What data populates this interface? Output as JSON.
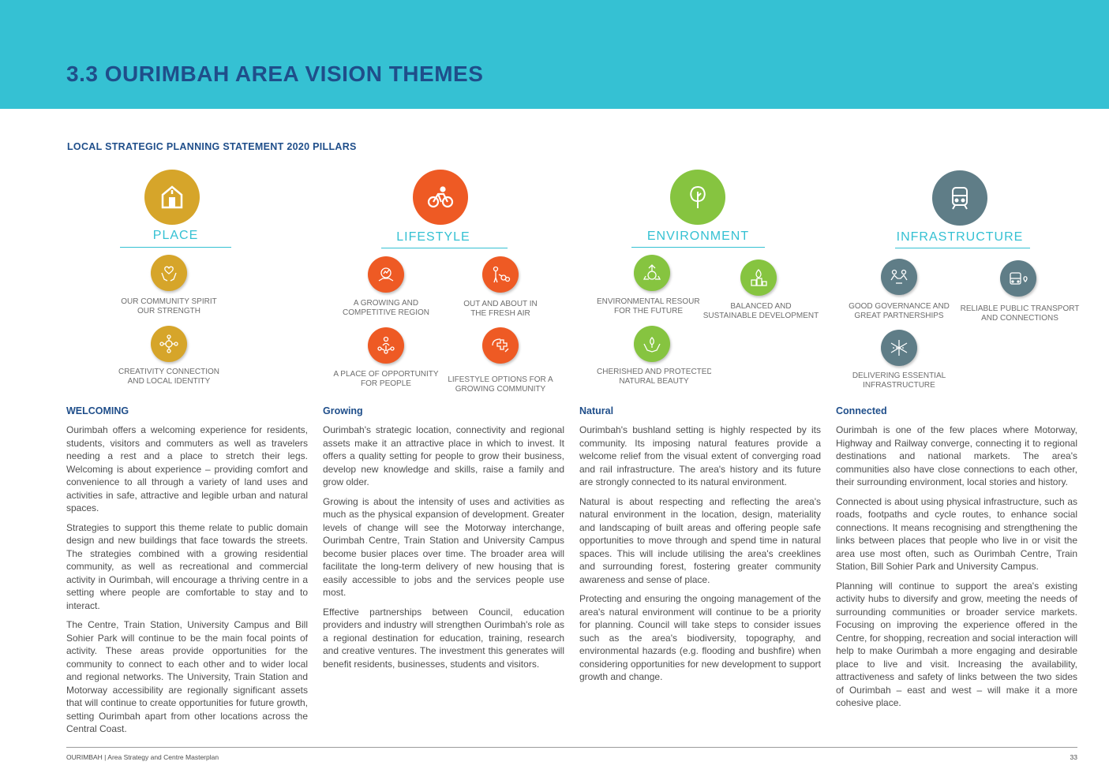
{
  "header": {
    "title": "3.3 OURIMBAH AREA VISION THEMES"
  },
  "subheading": "LOCAL STRATEGIC PLANNING STATEMENT 2020 PILLARS",
  "colors": {
    "banner": "#35c1d3",
    "title": "#1f4e8a",
    "place": "#d6a52a",
    "lifestyle": "#ee5a24",
    "environment": "#86c440",
    "infrastructure": "#5f7d87"
  },
  "pillars": [
    {
      "label": "PLACE",
      "icon": "house-icon",
      "themes": [
        {
          "label_1": "OUR COMMUNITY SPIRIT",
          "label_2": "OUR STRENGTH",
          "icon": "hands-heart-icon"
        },
        {
          "label_1": "CREATIVITY CONNECTION",
          "label_2": "AND LOCAL IDENTITY",
          "icon": "creativity-icon"
        }
      ]
    },
    {
      "label": "LIFESTYLE",
      "icon": "bicycle-icon",
      "themes": [
        {
          "label_1": "A GROWING AND",
          "label_2": "COMPETITIVE REGION",
          "icon": "growth-icon"
        },
        {
          "label_1": "OUT AND ABOUT IN",
          "label_2": "THE FRESH AIR",
          "icon": "family-walk-icon"
        },
        {
          "label_1": "A PLACE OF OPPORTUNITY",
          "label_2": "FOR PEOPLE",
          "icon": "people-network-icon"
        },
        {
          "label_1": "LIFESTYLE OPTIONS FOR A",
          "label_2": "GROWING COMMUNITY",
          "icon": "health-options-icon"
        }
      ]
    },
    {
      "label": "ENVIRONMENT",
      "icon": "tree-icon",
      "themes": [
        {
          "label_1": "ENVIRONMENTAL RESOURCES",
          "label_2": "FOR THE FUTURE",
          "icon": "recycle-icon"
        },
        {
          "label_1": "BALANCED AND",
          "label_2": "SUSTAINABLE DEVELOPMENT",
          "icon": "balanced-development-icon"
        },
        {
          "label_1": "CHERISHED AND PROTECTED",
          "label_2": "NATURAL BEAUTY",
          "icon": "protected-plant-icon"
        }
      ]
    },
    {
      "label": "INFRASTRUCTURE",
      "icon": "train-icon",
      "themes": [
        {
          "label_1": "GOOD GOVERNANCE AND",
          "label_2": "GREAT PARTNERSHIPS",
          "icon": "partnership-icon"
        },
        {
          "label_1": "RELIABLE PUBLIC TRANSPORT",
          "label_2": "AND CONNECTIONS",
          "icon": "bus-location-icon"
        },
        {
          "label_1": "DELIVERING ESSENTIAL",
          "label_2": "INFRASTRUCTURE",
          "icon": "road-network-icon"
        }
      ]
    }
  ],
  "columns": [
    {
      "heading": "WELCOMING",
      "paragraphs": [
        "Ourimbah offers a welcoming experience for residents, students, visitors and commuters as well as travelers needing a rest and a place to stretch their legs. Welcoming is about experience – providing comfort and convenience to all through a variety of land uses and activities in safe, attractive and legible urban and natural spaces.",
        "Strategies to support this theme relate to public domain design and new buildings that face towards the streets. The strategies combined with a growing residential community, as well as recreational and commercial activity in Ourimbah, will encourage a thriving centre in a setting where people are comfortable to stay and to interact.",
        "The Centre, Train Station, University Campus and Bill Sohier Park will continue to be the main focal points of activity. These areas provide opportunities for the community to connect to each other and to wider local and regional networks. The University, Train Station and Motorway accessibility are regionally significant assets that will continue to create opportunities for future growth, setting Ourimbah apart from other locations across the Central Coast."
      ]
    },
    {
      "heading": "Growing",
      "paragraphs": [
        "Ourimbah's strategic location, connectivity and regional assets make it an attractive place in which to invest. It offers a quality setting for people to grow their business, develop new knowledge and skills, raise a family and grow older.",
        "Growing is about the intensity of uses and activities as much as the physical expansion of development. Greater levels of change will see the Motorway interchange, Ourimbah Centre, Train Station and University Campus become busier places over time. The broader area will facilitate the long-term delivery of new housing that is easily accessible to jobs and the services people use most.",
        "Effective partnerships between Council, education providers and industry will strengthen Ourimbah's role as a regional destination for education, training, research and creative ventures. The investment this generates will benefit residents, businesses, students and visitors."
      ]
    },
    {
      "heading": "Natural",
      "paragraphs": [
        "Ourimbah's bushland setting is highly respected by its community. Its imposing natural features provide a welcome relief from the visual extent of converging road and rail infrastructure. The area's history and its future are strongly connected to its natural environment.",
        "Natural is about respecting and reflecting the area's natural environment in the location, design, materiality and landscaping of built areas and offering people safe opportunities to move through and spend time in natural spaces. This will include utilising the area's creeklines and surrounding forest, fostering greater community awareness and sense of place.",
        "Protecting and ensuring the ongoing management of the area's natural environment will continue to be a priority for planning. Council will take steps to consider issues such as the area's biodiversity, topography, and environmental hazards (e.g. flooding and bushfire) when considering opportunities for new development to support growth and change."
      ]
    },
    {
      "heading": "Connected",
      "paragraphs": [
        "Ourimbah is one of the few places where Motorway, Highway and Railway converge, connecting it to regional destinations and national markets. The area's communities also have close connections to each other, their surrounding environment, local stories and history.",
        "Connected is about using physical infrastructure, such as roads, footpaths and cycle routes, to enhance social connections. It means recognising and strengthening the links between places that people who live in or visit the area use most often, such as Ourimbah Centre, Train Station, Bill Sohier Park and University Campus.",
        "Planning will continue to support the area's existing activity hubs to diversify and grow, meeting the needs of surrounding communities or broader service markets. Focusing on improving the experience offered in the Centre, for shopping, recreation and social interaction will help to make Ourimbah a more engaging and desirable place to live and visit. Increasing the availability, attractiveness and safety of links between the two sides of Ourimbah – east and west – will make it a more cohesive place."
      ]
    }
  ],
  "footer": {
    "text": "OURIMBAH | Area Strategy and Centre Masterplan",
    "page_number": "33"
  }
}
